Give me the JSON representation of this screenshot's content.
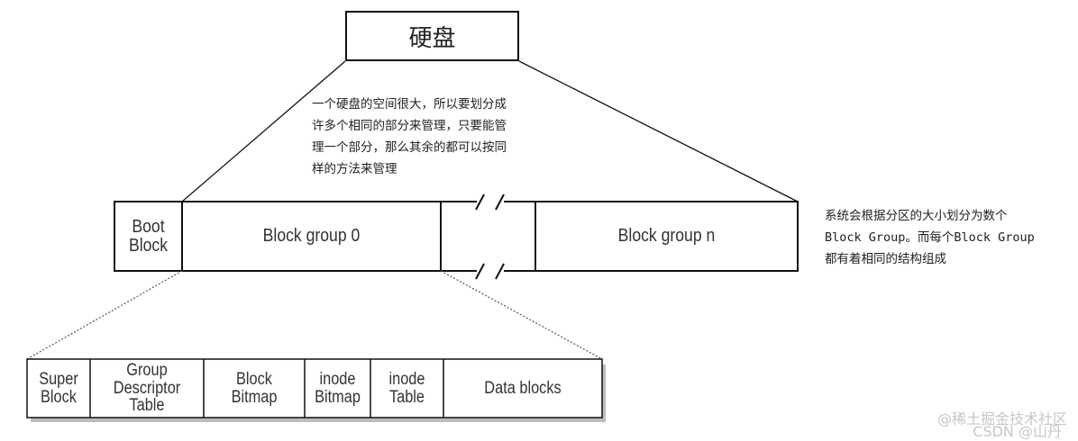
{
  "title": "硬盘",
  "note_center": "一个硬盘的空间很大，所以要划分成\n许多个相同的部分来管理，只要能管\n理一个部分，那么其余的都可以按同\n样的方法来管理",
  "note_right": "系统会根据分区的大小划分为数个\nBlock Group。而每个Block Group\n都有着相同的结构组成",
  "partition": {
    "boot_block": "Boot\nBlock",
    "group_0": "Block group 0",
    "group_n": "Block group n"
  },
  "block_group": {
    "super_block": "Super\nBlock",
    "group_descriptor_table": "Group\nDescriptor\nTable",
    "block_bitmap": "Block\nBitmap",
    "inode_bitmap": "inode\nBitmap",
    "inode_table": "inode\nTable",
    "data_blocks": "Data blocks"
  },
  "watermark_1": "@稀土掘金技术社区",
  "watermark_2": "CSDN @山丹",
  "colors": {
    "stroke": "#111111",
    "shadow": "#bdbdbd",
    "watermark": "#c7c7c7"
  }
}
